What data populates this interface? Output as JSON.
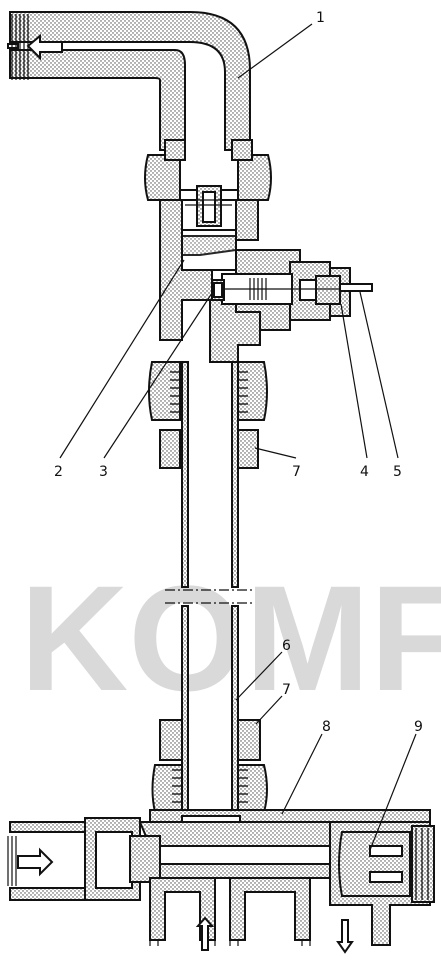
{
  "watermark": "KOMFO",
  "callouts": {
    "c1": "1",
    "c2": "2",
    "c3": "3",
    "c4": "4",
    "c5": "5",
    "c6": "6",
    "c7a": "7",
    "c7b": "7",
    "c8": "8",
    "c9": "9"
  },
  "icons": {
    "top_outlet": "arrow-left-icon",
    "left_inlet": "arrow-right-icon",
    "bottom_up": "arrow-up-icon",
    "bottom_down": "arrow-down-icon"
  }
}
